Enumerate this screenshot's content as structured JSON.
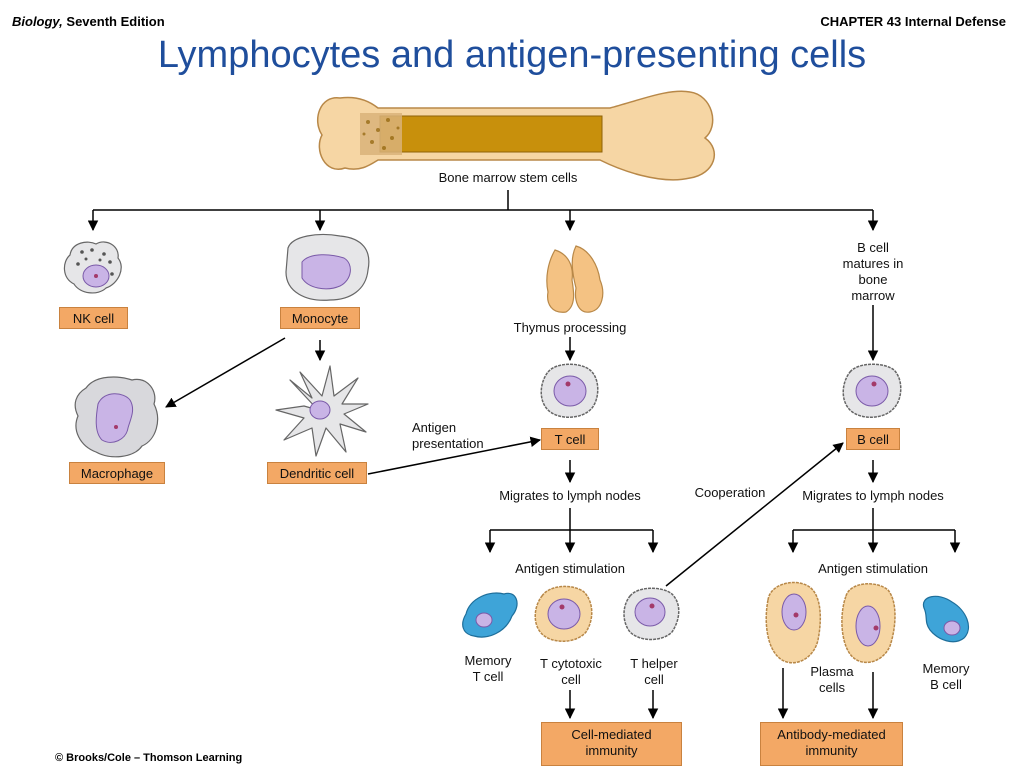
{
  "header": {
    "book_italic": "Biology,",
    "book_rest": " Seventh Edition",
    "chapter": "CHAPTER 43 Internal Defense"
  },
  "title": "Lymphocytes and antigen-presenting cells",
  "footer": "© Brooks/Cole – Thomson Learning",
  "labels": {
    "bone_marrow": "Bone marrow stem cells",
    "b_cell_matures": "B cell\nmatures in\nbone\nmarrow",
    "thymus_processing": "Thymus processing",
    "antigen_presentation": "Antigen\npresentation",
    "migrates_t": "Migrates to lymph nodes",
    "migrates_b": "Migrates to lymph nodes",
    "cooperation": "Cooperation",
    "antigen_stim_t": "Antigen stimulation",
    "antigen_stim_b": "Antigen stimulation",
    "memory_t": "Memory\nT cell",
    "t_cytotoxic": "T cytotoxic\ncell",
    "t_helper": "T helper\ncell",
    "plasma_cells": "Plasma\ncells",
    "memory_b": "Memory\nB cell"
  },
  "boxes": {
    "nk_cell": "NK cell",
    "monocyte": "Monocyte",
    "macrophage": "Macrophage",
    "dendritic_cell": "Dendritic cell",
    "t_cell": "T cell",
    "b_cell": "B cell",
    "cell_mediated": "Cell-mediated\nimmunity",
    "antibody_mediated": "Antibody-mediated\nimmunity"
  },
  "colors": {
    "title": "#1f4e9c",
    "box_fill": "#f3a865",
    "cell_body": "#e6e6e8",
    "nucleus": "#c9b4e6",
    "memory_cell": "#3ea4d8",
    "bone": "#f6d6a4",
    "marrow": "#c8900c"
  }
}
